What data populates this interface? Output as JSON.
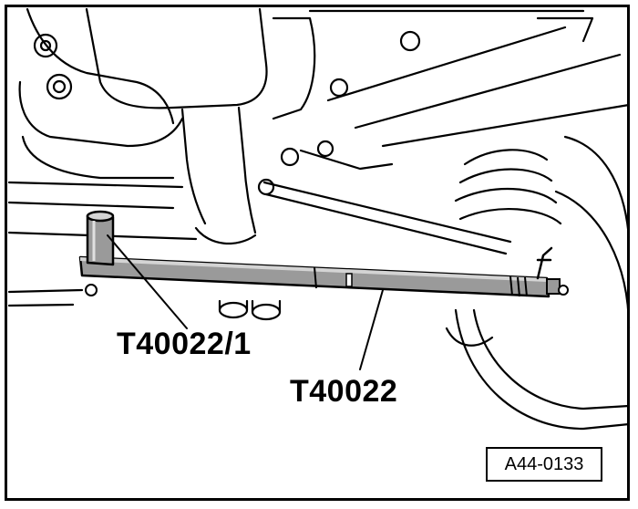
{
  "labels": {
    "tool_main": "T40022",
    "tool_insert": "T40022/1"
  },
  "reference_code": "A44-0133",
  "colors": {
    "line": "#000000",
    "background": "#ffffff",
    "tool_fill": "#9a9a9a"
  }
}
